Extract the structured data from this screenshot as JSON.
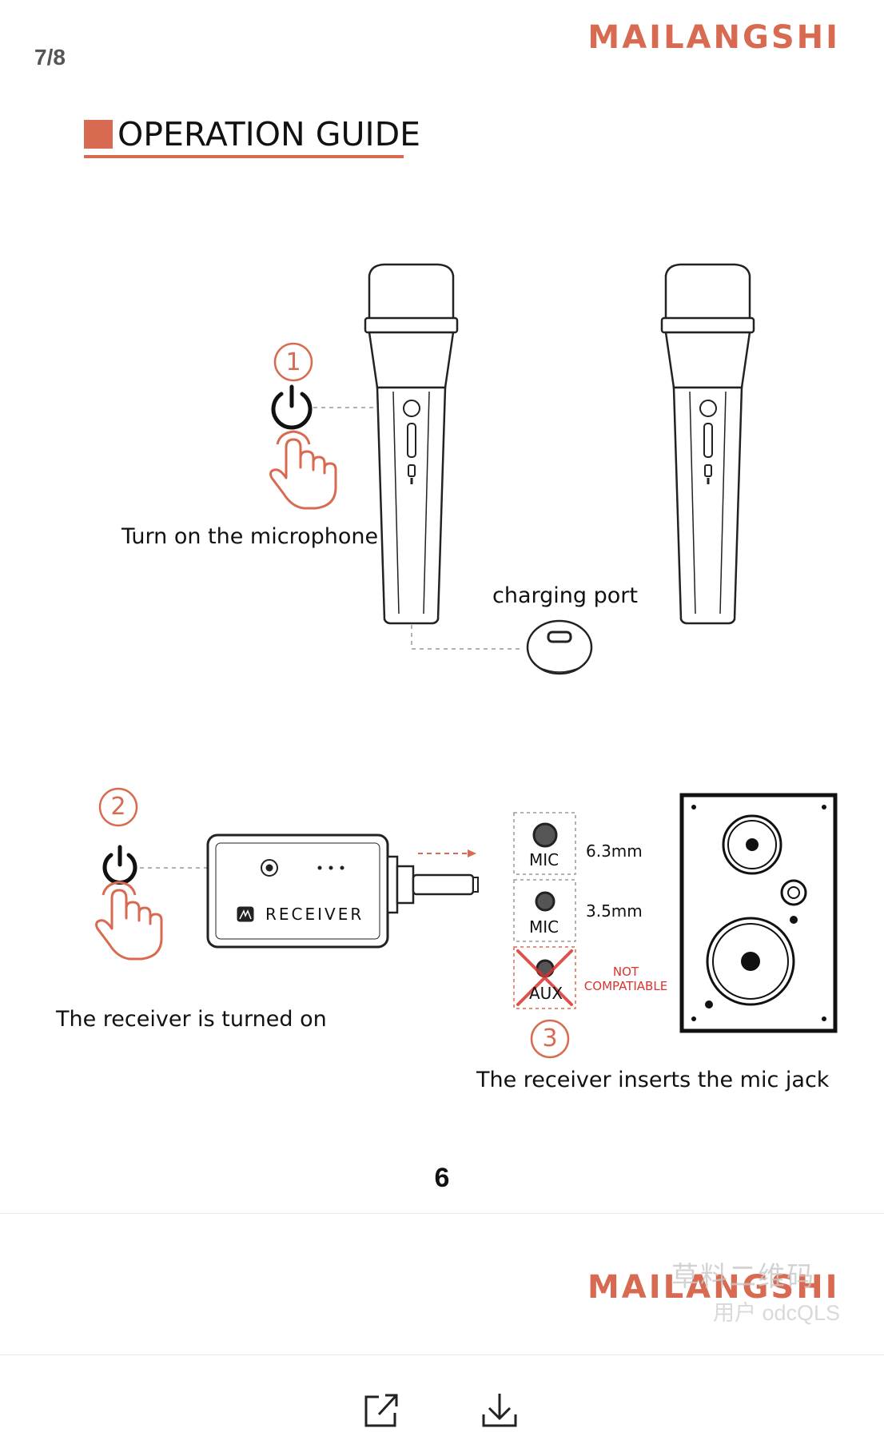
{
  "page": {
    "counter": "7/8",
    "brand": "MAILANGSHI",
    "section_title": "OPERATION GUIDE",
    "page_number": "6"
  },
  "step1": {
    "number": "1",
    "caption": "Turn on the microphone",
    "charging_label": "charging port"
  },
  "step2": {
    "number": "2",
    "caption": "The receiver is turned on",
    "receiver_label": "RECEIVER"
  },
  "step3": {
    "number": "3",
    "caption": "The receiver inserts the mic jack",
    "jacks": [
      {
        "label": "MIC",
        "size": "6.3mm"
      },
      {
        "label": "MIC",
        "size": "3.5mm"
      },
      {
        "label": "AUX",
        "note_line1": "NOT",
        "note_line2": "COMPATIABLE"
      }
    ]
  },
  "watermark": {
    "line1": "草料二维码",
    "line2": "用户 odcQLS"
  },
  "toolbar": {
    "share_icon": "share-icon",
    "download_icon": "download-icon"
  },
  "colors": {
    "accent": "#d86a51",
    "warning": "#d8342f"
  }
}
